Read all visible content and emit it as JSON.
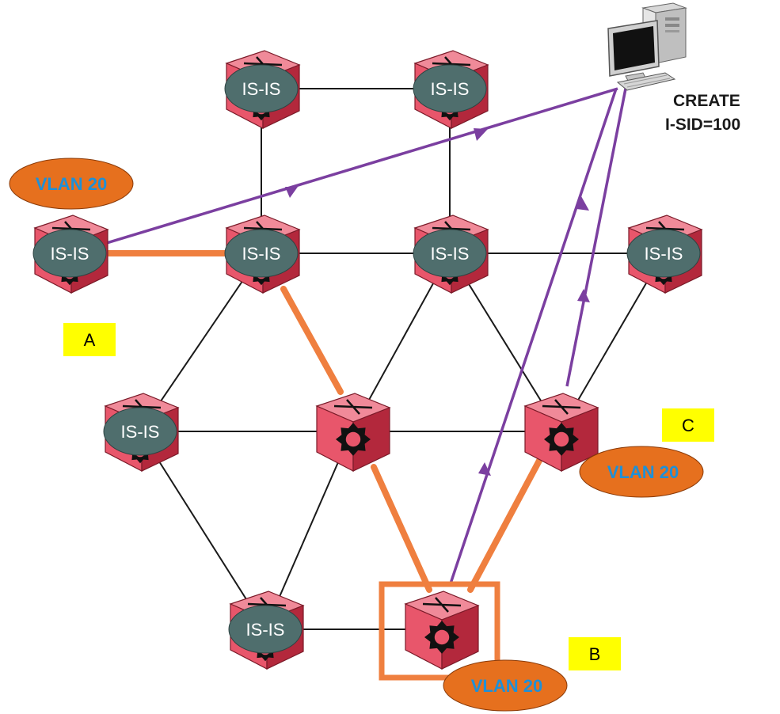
{
  "colors": {
    "router_face": "#e8566b",
    "router_dark": "#b3283c",
    "router_top": "#f08a99",
    "isis_oval": "#4f6e6d",
    "vlan_oval": "#e6701e",
    "vlan_text": "#1e90d8",
    "tag_bg": "#ffff00",
    "service_path": "#ef7f3f",
    "provision_path": "#7b3fa0",
    "link": "#1a1a1a"
  },
  "icons": {
    "router": "router-cube-icon",
    "computer": "management-workstation-icon",
    "gear": "gear-icon"
  },
  "management": {
    "command_line1": "CREATE",
    "command_line2": "I-SID=100"
  },
  "nodes": {
    "n1": {
      "label": "IS-IS"
    },
    "n2": {
      "label": "IS-IS"
    },
    "n3": {
      "label": "IS-IS"
    },
    "n4": {
      "label": "IS-IS"
    },
    "n5": {
      "label": "IS-IS"
    },
    "n6": {
      "label": "IS-IS"
    },
    "n7": {
      "label": "IS-IS"
    },
    "n8": {
      "label": ""
    },
    "n9": {
      "label": ""
    },
    "n10": {
      "label": "IS-IS"
    },
    "n11": {
      "label": ""
    }
  },
  "vlans": {
    "v1": "VLAN 20",
    "v2": "VLAN 20",
    "v3": "VLAN 20"
  },
  "tags": {
    "a": "A",
    "b": "B",
    "c": "C"
  }
}
